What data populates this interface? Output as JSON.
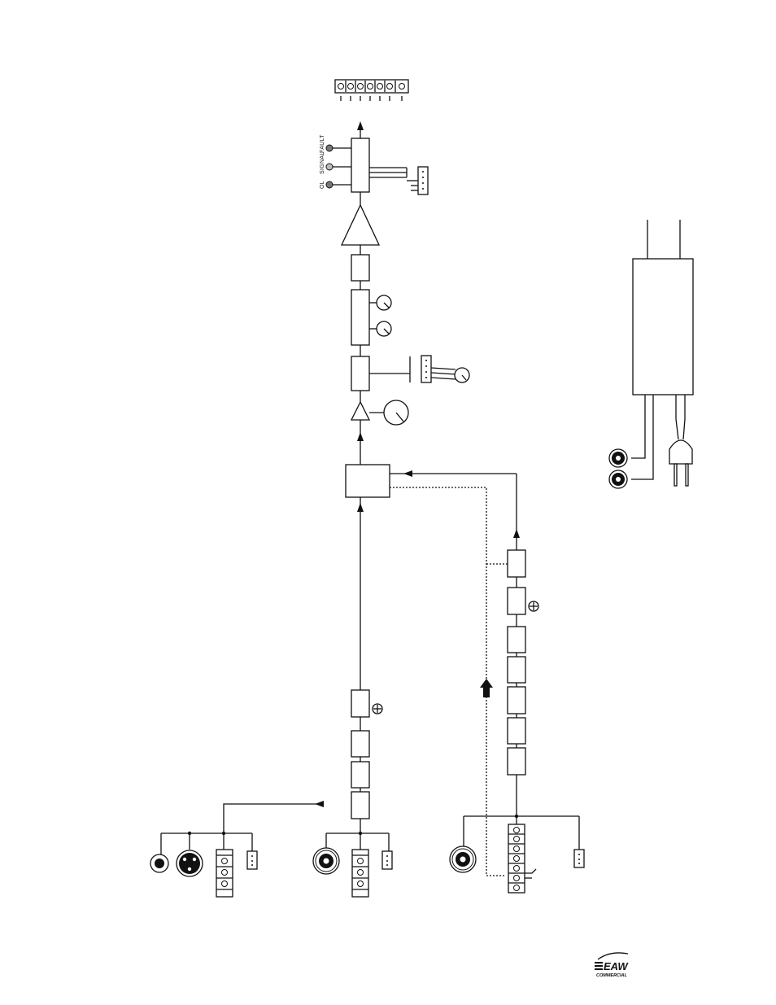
{
  "indicators": {
    "fault": "FAULT",
    "signal": "SIGNAL",
    "ol": "OL"
  },
  "logo": {
    "brand": "EAW",
    "sub": "COMMERCIAL"
  },
  "colors": {
    "ink": "#111111",
    "paper": "#ffffff"
  }
}
